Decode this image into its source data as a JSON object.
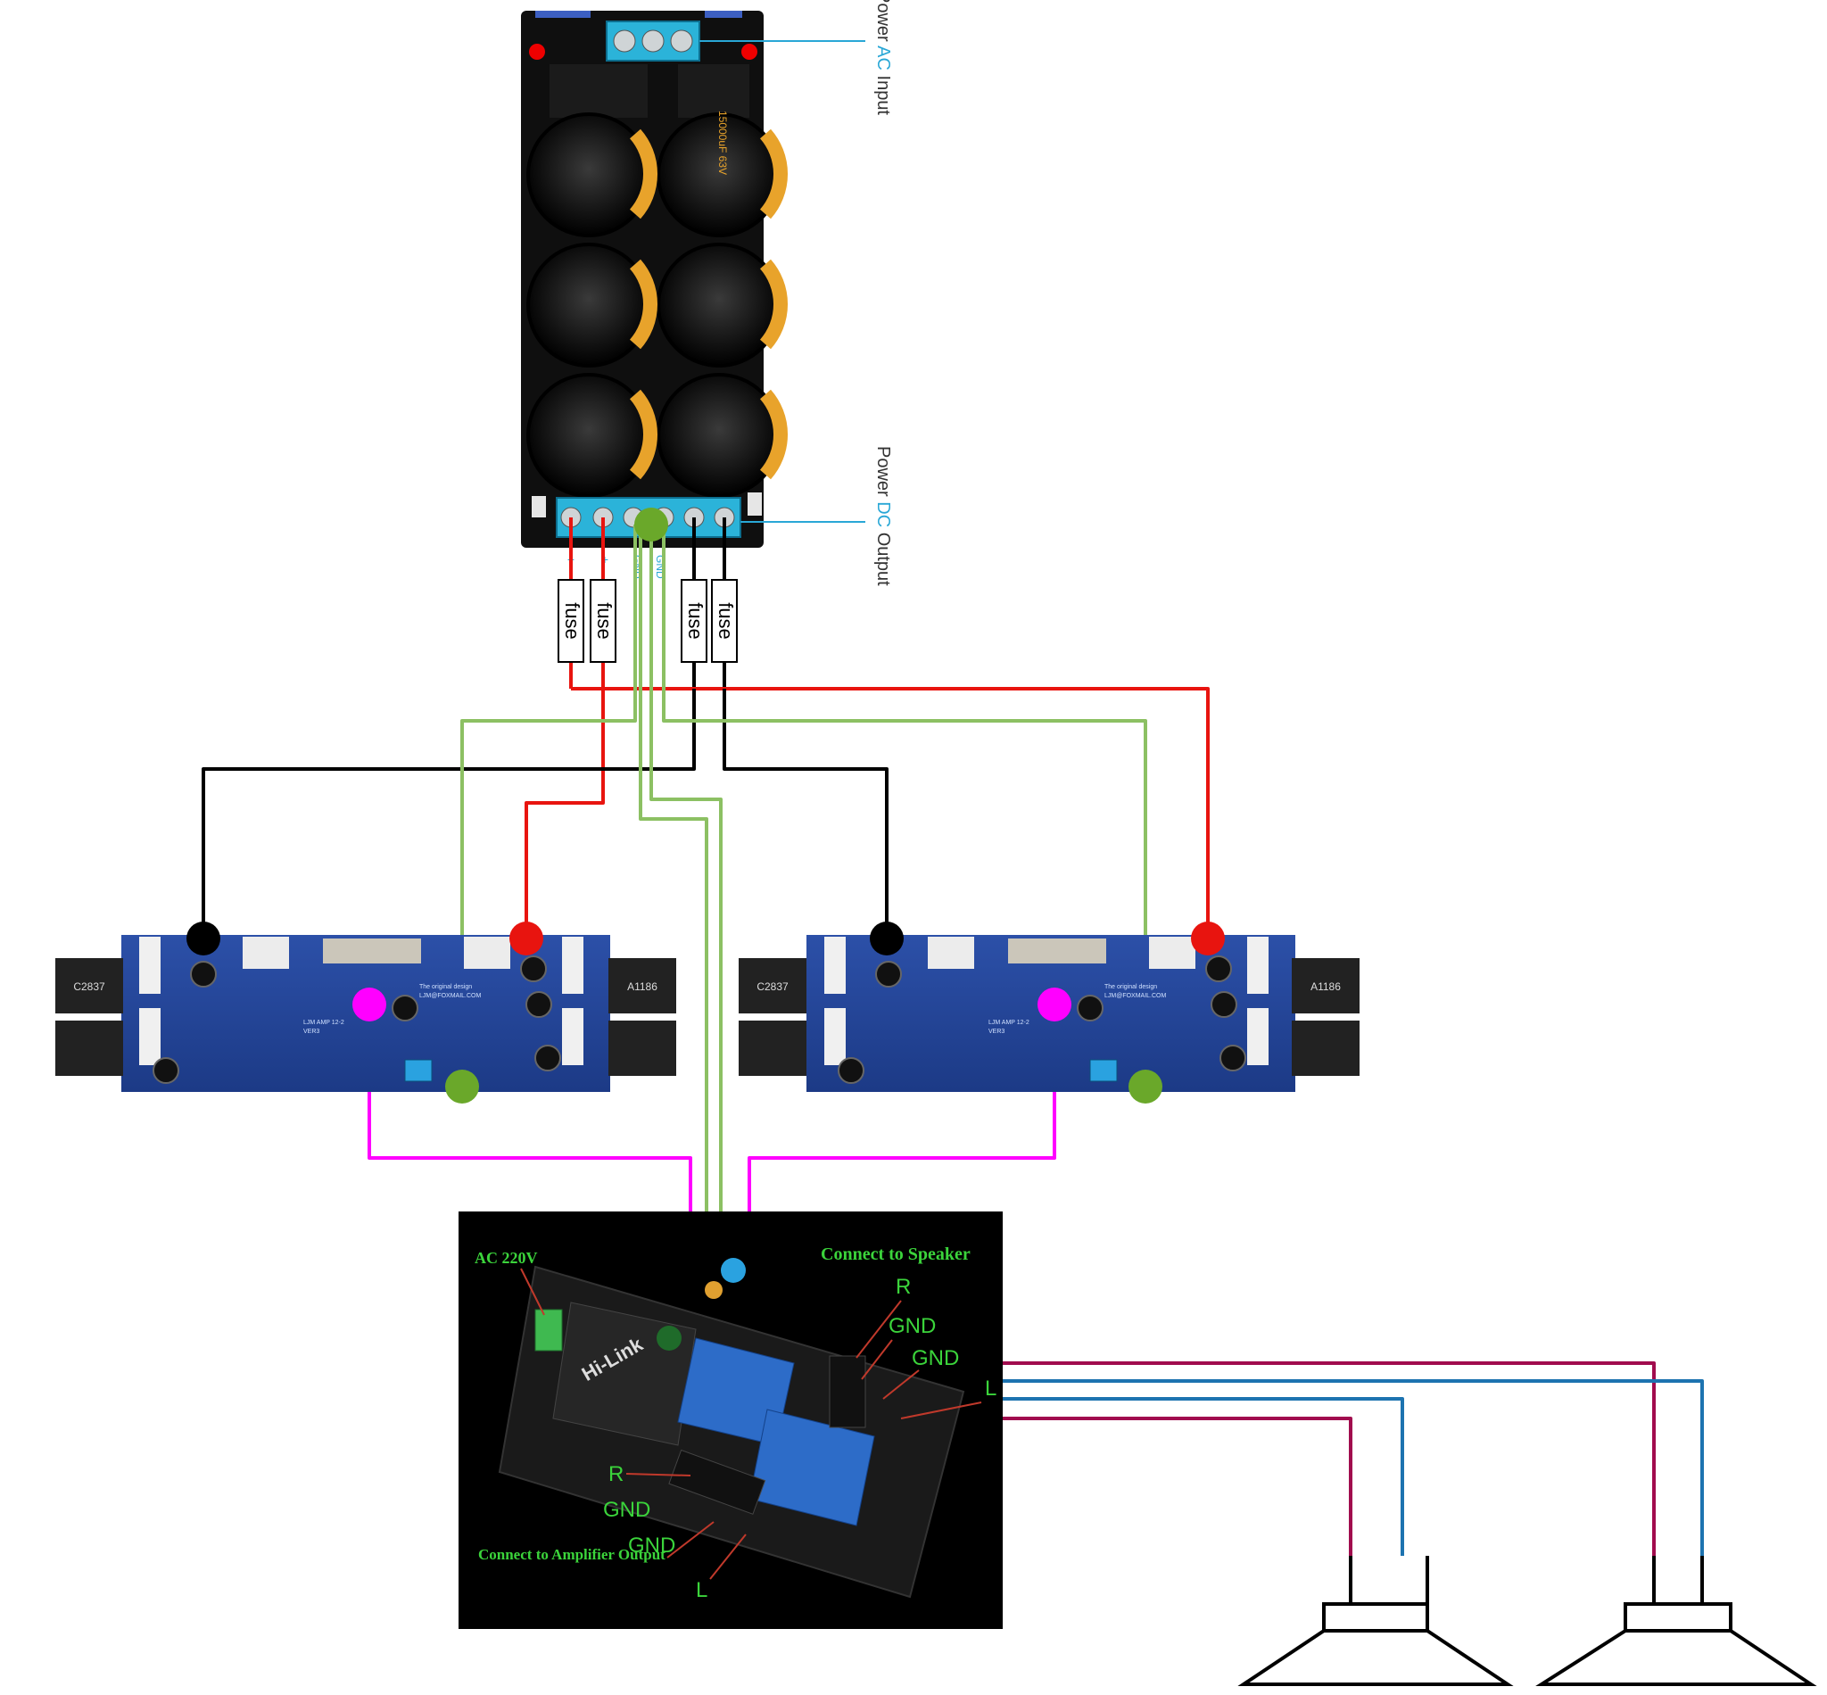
{
  "psu": {
    "ac_input_label": {
      "pre": "Power ",
      "accent": "AC",
      "post": " Input"
    },
    "dc_output_label": {
      "pre": "Power ",
      "accent": "DC",
      "post": " Output"
    },
    "gnd_labels": [
      "GND",
      "GND"
    ],
    "plus_labels": [
      "+",
      "+"
    ],
    "cap_marking": "15000uF 63V"
  },
  "fuses": [
    "fuse",
    "fuse",
    "fuse",
    "fuse"
  ],
  "amp_boards": [
    {
      "credit": "The original design",
      "email": "LJM@FOXMAIL.COM",
      "model": "LJM AMP 12-2",
      "ver": "VER3",
      "power_transistor": "C2837",
      "power_transistor_2": "A1186"
    },
    {
      "credit": "The original design",
      "email": "LJM@FOXMAIL.COM",
      "model": "LJM AMP 12-2",
      "ver": "VER3",
      "power_transistor": "C2837",
      "power_transistor_2": "A1186"
    }
  ],
  "protection_board": {
    "ac_label": "AC 220V",
    "speaker_title": "Connect to Speaker",
    "amp_title": "Connect to Amplifier Output",
    "module_brand": "Hi-Link",
    "right_labels": [
      "R",
      "GND",
      "GND",
      "L"
    ],
    "left_labels": [
      "R",
      "GND",
      "GND",
      "L"
    ]
  },
  "colors": {
    "positive": "#e8140f",
    "negative": "#000000",
    "ground": "#8cc063",
    "signal": "#ff00ff",
    "speaker_pos": "#a10c4e",
    "speaker_neg": "#1d73b0",
    "accent_text": "#29a7d6",
    "label_green": "#3bd43b"
  },
  "icons": [
    "speaker-icon",
    "speaker-icon"
  ]
}
